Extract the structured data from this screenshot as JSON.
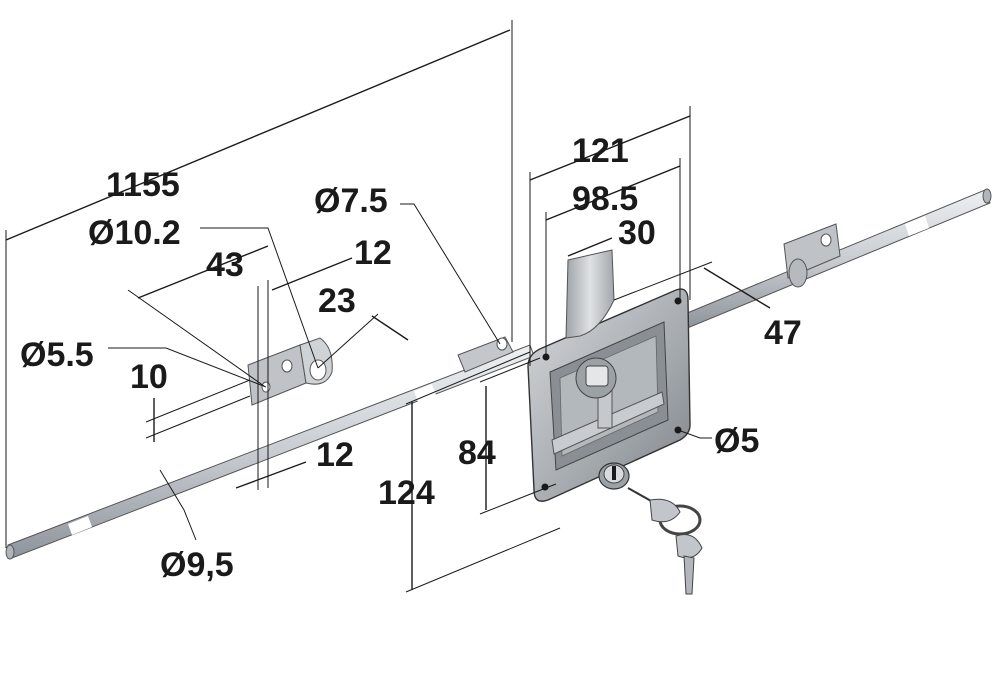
{
  "diagram": {
    "colors": {
      "rod": "#c9cdd2",
      "rod_shade": "#8e949b",
      "plate": "#a4a9ae",
      "plate_dark": "#4a4f55",
      "handle": "#b7bcc1",
      "line": "#1a1a1a"
    },
    "dimensions": {
      "overall_length": "1155",
      "hole_d10": "Ø10.2",
      "hole_d7": "Ø7.5",
      "bracket_43": "43",
      "bracket_12_top": "12",
      "bracket_23": "23",
      "hole_d5_5": "Ø5.5",
      "bracket_10": "10",
      "bracket_12_bottom": "12",
      "rod_diameter": "Ø9,5",
      "plate_121": "121",
      "plate_98_5": "98.5",
      "handle_30": "30",
      "offset_47": "47",
      "plate_84": "84",
      "plate_124": "124",
      "screw_d5": "Ø5"
    }
  }
}
